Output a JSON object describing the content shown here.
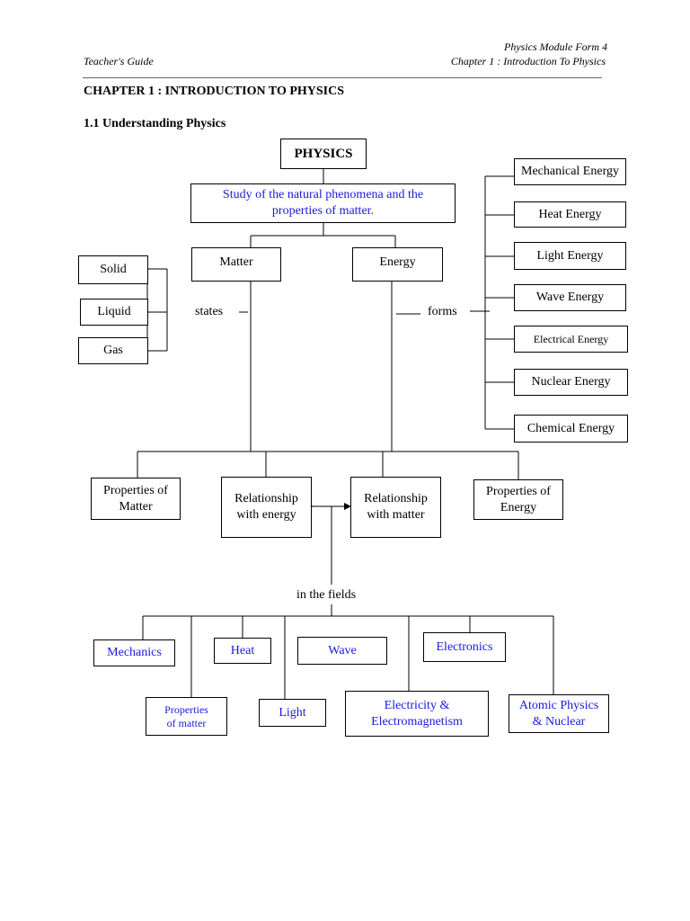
{
  "header": {
    "left": "Teacher's Guide",
    "right_line1": "Physics Module Form 4",
    "right_line2": "Chapter 1 : Introduction To Physics"
  },
  "chapter_title": "CHAPTER 1 :  INTRODUCTION TO PHYSICS",
  "section_title": "1.1 Understanding Physics",
  "diagram": {
    "root": "PHYSICS",
    "definition": "Study of  the natural phenomena and the properties of matter.",
    "matter": "Matter",
    "energy": "Energy",
    "states_label": "states",
    "forms_label": "forms",
    "states": [
      "Solid",
      "Liquid",
      "Gas"
    ],
    "energy_forms": [
      "Mechanical Energy",
      "Heat Energy",
      "Light Energy",
      "Wave Energy",
      "Electrical Energy",
      "Nuclear Energy",
      "Chemical Energy"
    ],
    "properties_of_matter": "Properties of Matter",
    "relationship_with_energy": "Relationship with energy",
    "relationship_with_matter": "Relationship with matter",
    "properties_of_energy": "Properties of Energy",
    "fields_label": "in the fields",
    "fields": [
      "Mechanics",
      "Heat",
      "Wave",
      "Electronics",
      "Properties of matter",
      "Light",
      "Electricity & Electromagnetism",
      "Atomic Physics & Nuclear"
    ]
  },
  "colors": {
    "field_text": "#1a1adb",
    "definition_text": "#1a1adb"
  }
}
